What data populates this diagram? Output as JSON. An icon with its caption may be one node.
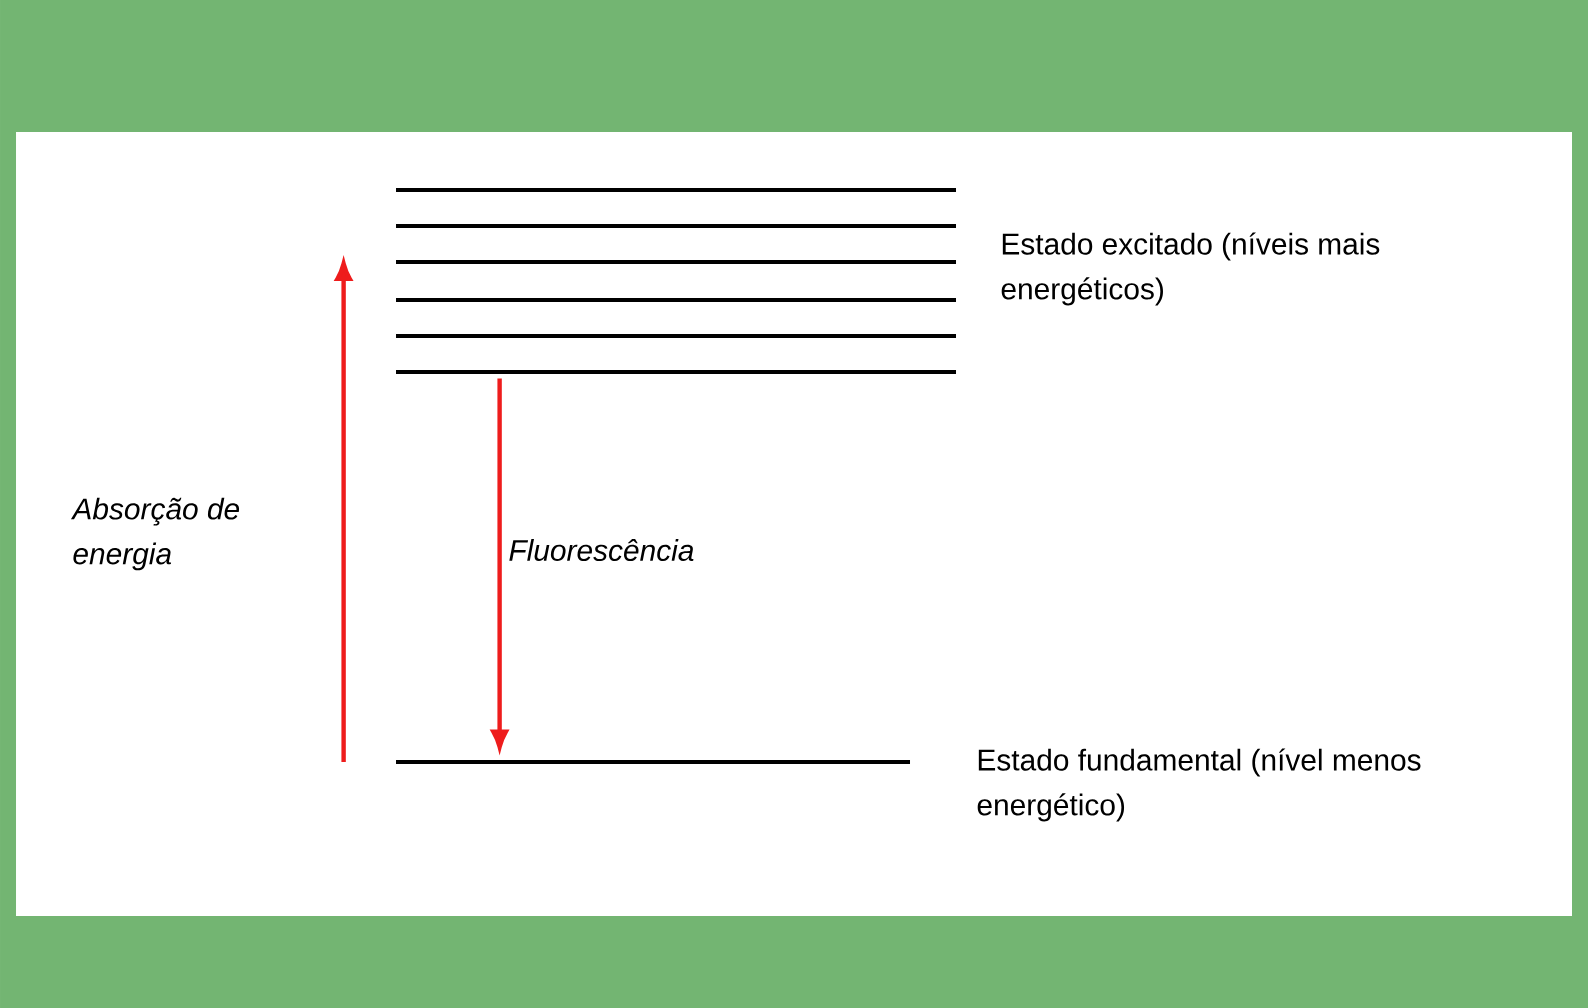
{
  "diagram": {
    "nodes": [
      {
        "text": [],
        "shape": "bar",
        "beside": [
          "Estado excitado (níveis mais energéticos)"
        ]
      },
      {
        "text": [],
        "shape": "bar",
        "beside": [
          "Estado fundamental (nível menos energético)"
        ]
      }
    ],
    "edges": [
      {
        "from": 1,
        "to": 0,
        "arrow": "to",
        "label": "Absorção de energia"
      },
      {
        "from": 0,
        "to": 1,
        "arrow": "to",
        "label": "Fluorescência"
      }
    ]
  }
}
